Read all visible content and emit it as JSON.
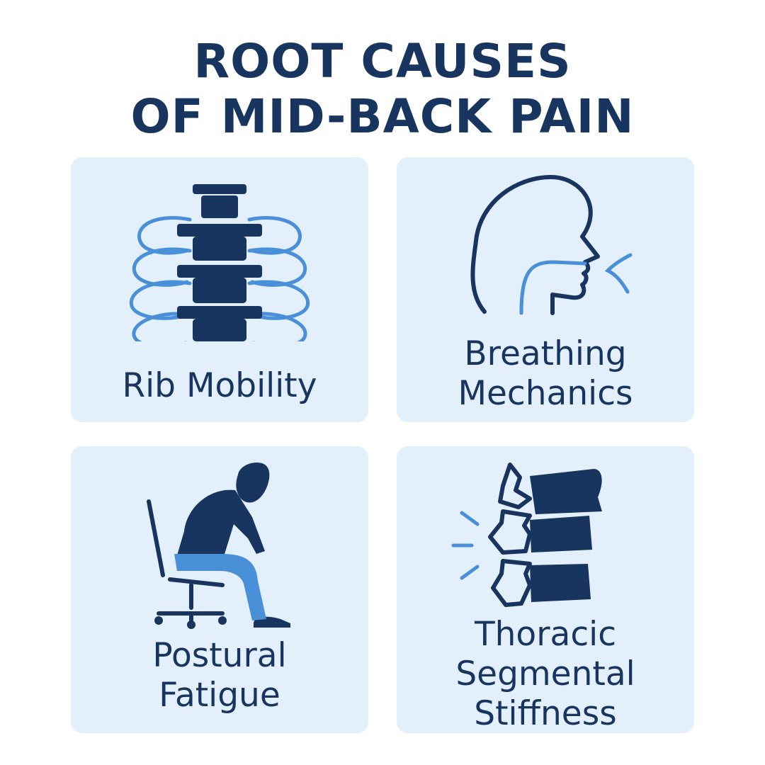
{
  "colors": {
    "navy": "#17355f",
    "blue": "#4a90d9",
    "card_bg": "#e3effb",
    "page_bg": "#ffffff"
  },
  "title": {
    "line1": "ROOT CAUSES",
    "line2": "OF MID-BACK PAIN"
  },
  "cards": [
    {
      "icon": "rib-cage-spine-icon",
      "lines": [
        "Rib Mobility"
      ]
    },
    {
      "icon": "breathing-head-icon",
      "lines": [
        "Breathing",
        "Mechanics"
      ]
    },
    {
      "icon": "slouched-sitting-person-icon",
      "lines": [
        "Postural",
        "Fatigue"
      ]
    },
    {
      "icon": "stiff-vertebrae-icon",
      "lines": [
        "Thoracic",
        "Segmental",
        "Stiffness"
      ]
    }
  ]
}
